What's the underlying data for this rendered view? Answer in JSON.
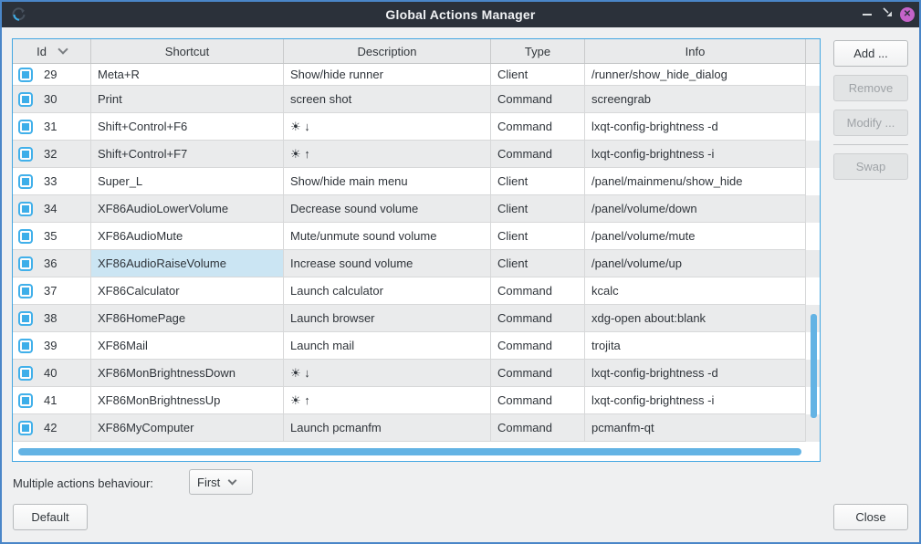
{
  "window": {
    "title": "Global Actions Manager",
    "icons": {
      "app": "circular-arrow-icon",
      "minimize": "minus-icon",
      "maximize": "diagonal-arrow-icon",
      "close": "x-in-circle-icon"
    }
  },
  "table": {
    "columns": [
      {
        "key": "id",
        "label": "Id",
        "sort_indicator": "chevron-down"
      },
      {
        "key": "shortcut",
        "label": "Shortcut"
      },
      {
        "key": "description",
        "label": "Description"
      },
      {
        "key": "type",
        "label": "Type"
      },
      {
        "key": "info",
        "label": "Info"
      }
    ],
    "rows": [
      {
        "id": "29",
        "checked": true,
        "shortcut": "Meta+R",
        "description": "Show/hide runner",
        "type": "Client",
        "info": "/runner/show_hide_dialog"
      },
      {
        "id": "30",
        "checked": true,
        "shortcut": "Print",
        "description": "screen shot",
        "type": "Command",
        "info": "screengrab"
      },
      {
        "id": "31",
        "checked": true,
        "shortcut": "Shift+Control+F6",
        "description": "☀ ↓",
        "type": "Command",
        "info": "lxqt-config-brightness -d"
      },
      {
        "id": "32",
        "checked": true,
        "shortcut": "Shift+Control+F7",
        "description": "☀ ↑",
        "type": "Command",
        "info": "lxqt-config-brightness -i"
      },
      {
        "id": "33",
        "checked": true,
        "shortcut": "Super_L",
        "description": "Show/hide main menu",
        "type": "Client",
        "info": "/panel/mainmenu/show_hide"
      },
      {
        "id": "34",
        "checked": true,
        "shortcut": "XF86AudioLowerVolume",
        "description": "Decrease sound volume",
        "type": "Client",
        "info": "/panel/volume/down"
      },
      {
        "id": "35",
        "checked": true,
        "shortcut": "XF86AudioMute",
        "description": "Mute/unmute sound volume",
        "type": "Client",
        "info": "/panel/volume/mute"
      },
      {
        "id": "36",
        "checked": true,
        "shortcut": "XF86AudioRaiseVolume",
        "description": "Increase sound volume",
        "type": "Client",
        "info": "/panel/volume/up",
        "selected_cell": "shortcut"
      },
      {
        "id": "37",
        "checked": true,
        "shortcut": "XF86Calculator",
        "description": "Launch calculator",
        "type": "Command",
        "info": "kcalc"
      },
      {
        "id": "38",
        "checked": true,
        "shortcut": "XF86HomePage",
        "description": "Launch browser",
        "type": "Command",
        "info": "xdg-open about:blank"
      },
      {
        "id": "39",
        "checked": true,
        "shortcut": "XF86Mail",
        "description": "Launch mail",
        "type": "Command",
        "info": "trojita"
      },
      {
        "id": "40",
        "checked": true,
        "shortcut": "XF86MonBrightnessDown",
        "description": "☀ ↓",
        "type": "Command",
        "info": "lxqt-config-brightness -d"
      },
      {
        "id": "41",
        "checked": true,
        "shortcut": "XF86MonBrightnessUp",
        "description": "☀ ↑",
        "type": "Command",
        "info": "lxqt-config-brightness -i"
      },
      {
        "id": "42",
        "checked": true,
        "shortcut": "XF86MyComputer",
        "description": "Launch pcmanfm",
        "type": "Command",
        "info": "pcmanfm-qt"
      }
    ]
  },
  "side_buttons": [
    {
      "label": "Add ...",
      "enabled": true
    },
    {
      "label": "Remove",
      "enabled": false
    },
    {
      "label": "Modify ...",
      "enabled": false
    },
    {
      "label": "Swap",
      "enabled": false
    }
  ],
  "bottom": {
    "behaviour_label": "Multiple actions behaviour:",
    "behaviour_selected": "First",
    "default_button": "Default",
    "close_button": "Close"
  },
  "colors": {
    "accent": "#3daee9",
    "selected_cell": "#cbe5f3",
    "window_border": "#4a86c8",
    "titlebar": "#2b313a",
    "table_focus_border": "#43a7e2",
    "scrollbar": "#63b3e4",
    "alt_row": "#eaebec",
    "close_button_circle": "#c563c9"
  }
}
